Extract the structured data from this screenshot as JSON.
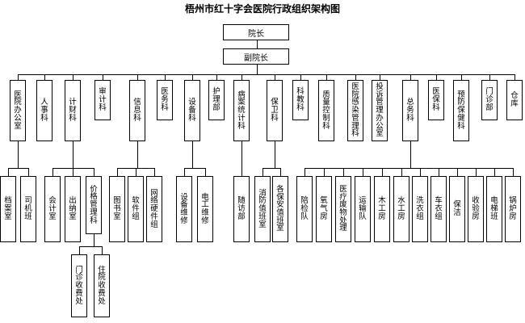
{
  "title": "梧州市红十字会医院行政组织架构图",
  "top": {
    "president": "院长",
    "vice_president": "副院长"
  },
  "departments": [
    "医院办公室",
    "人事科",
    "计财科",
    "审计科",
    "信息科",
    "医务科",
    "设备科",
    "护理部",
    "病案统计科",
    "保卫科",
    "科教科",
    "质量控制科",
    "医院感染管理科",
    "投诉管理办公室",
    "总务科",
    "医保科",
    "预防保健科",
    "门诊部",
    "仓库"
  ],
  "sub_units": {
    "医院办公室": [
      "档案室",
      "司机班"
    ],
    "计财科": [
      "会计室",
      "出纳室",
      "价格管理科"
    ],
    "信息科": [
      "图书室",
      "软件组",
      "网络硬件组"
    ],
    "设备科": [
      "设备维修",
      "电工维修"
    ],
    "病案统计科": [
      "随访部"
    ],
    "保卫科": [
      "消防值班室",
      "各保安值班室"
    ],
    "总务科": [
      "陪检队",
      "氧气房",
      "医疗废物处理",
      "运输队",
      "木工房",
      "水工房",
      "洗衣组",
      "车衣组",
      "保洁",
      "收验房",
      "电梯班",
      "锅炉房"
    ]
  },
  "third_level": {
    "价格管理科": [
      "门诊收费处",
      "住院收费处"
    ]
  }
}
